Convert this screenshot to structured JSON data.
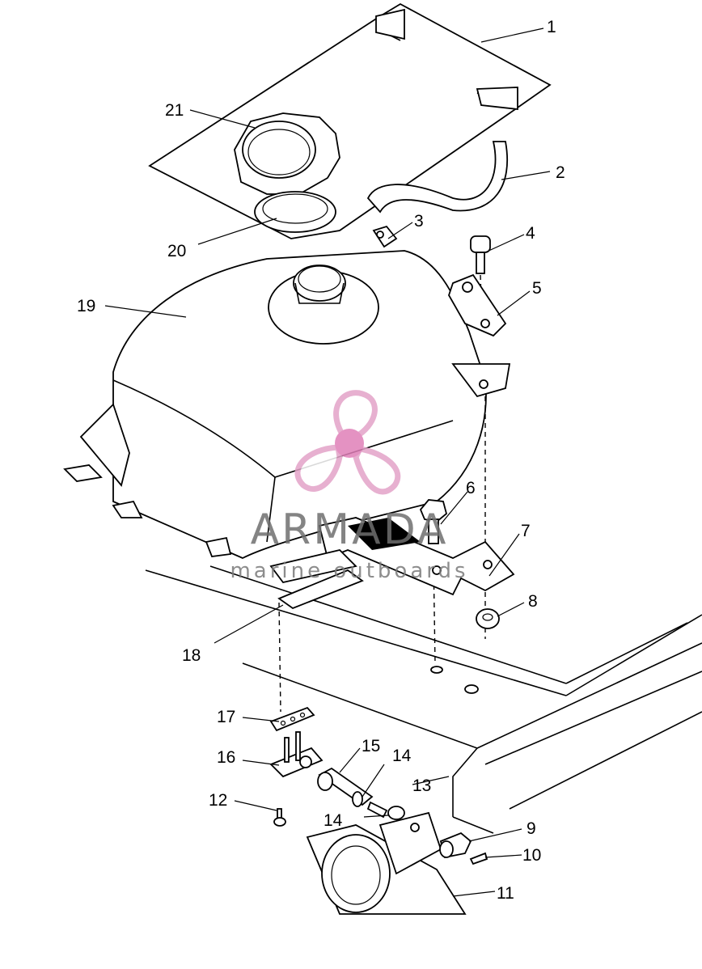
{
  "callouts": [
    "1",
    "2",
    "3",
    "4",
    "5",
    "6",
    "7",
    "8",
    "9",
    "10",
    "11",
    "12",
    "13",
    "14",
    "14",
    "15",
    "16",
    "17",
    "18",
    "19",
    "20",
    "21"
  ],
  "watermark": {
    "brand": "ARMADA",
    "tagline": "marine outboards",
    "logo_color": "#e3a3c8",
    "logo_hub_color": "#e07fb8",
    "text_color": "#6f6f6f"
  },
  "colors": {
    "line": "#000000",
    "background": "#ffffff"
  }
}
